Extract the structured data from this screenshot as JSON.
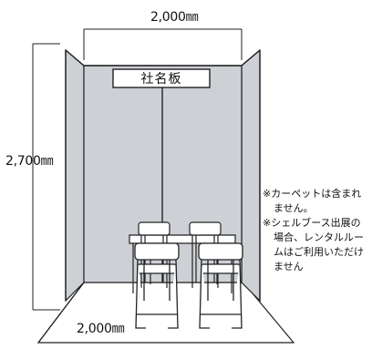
{
  "dimensions": {
    "width_top": "2,000㎜",
    "height_left": "2,700㎜",
    "depth_bottom": "2,000㎜"
  },
  "sign": {
    "label": "社名板"
  },
  "notes": [
    "※カーペットは含まれません。",
    "※シェルブース出展の場合、レンタルルームはご利用いただけません"
  ]
}
